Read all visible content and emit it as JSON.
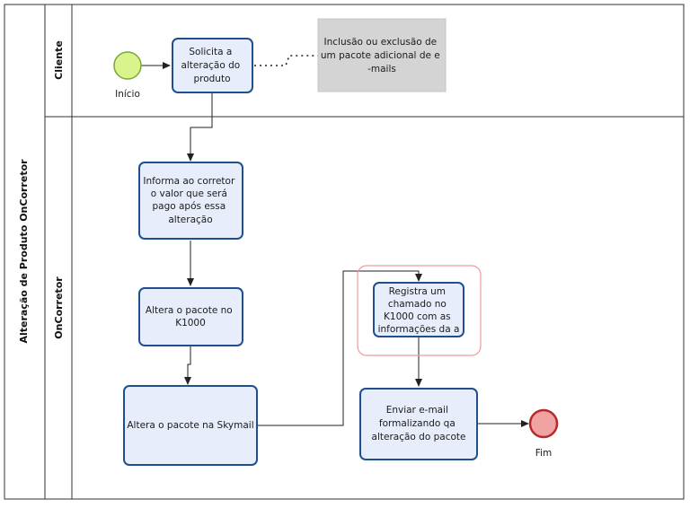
{
  "pool": {
    "title": "Alteração de Produto OnCorretor"
  },
  "lanes": [
    {
      "id": "cliente",
      "label": "Cliente"
    },
    {
      "id": "oncorretor",
      "label": "OnCorretor"
    }
  ],
  "events": {
    "start": {
      "label": "Início",
      "color": "#d9f38d",
      "stroke": "#7aa83a"
    },
    "end": {
      "label": "Fim",
      "color": "#f1a3a3",
      "stroke": "#b52a2a"
    }
  },
  "tasks": [
    {
      "id": "t1",
      "lines": [
        "Solicita a",
        "alteração do",
        "produto"
      ]
    },
    {
      "id": "t2",
      "lines": [
        "Informa ao corretor",
        "o valor que será",
        "pago após essa",
        "alteração"
      ]
    },
    {
      "id": "t3",
      "lines": [
        "Altera o pacote no",
        "K1000"
      ]
    },
    {
      "id": "t4",
      "lines": [
        "Altera o pacote na Skymail"
      ]
    },
    {
      "id": "t5",
      "lines": [
        "Registra um",
        "chamado no",
        "K1000 com as",
        "informações da a"
      ]
    },
    {
      "id": "t6",
      "lines": [
        "Enviar e-mail",
        "formalizando  qa",
        "alteração do pacote"
      ]
    }
  ],
  "annotation": {
    "lines": [
      "Inclusão ou exclusão de",
      "um pacote adicional de e",
      "-mails"
    ]
  },
  "colors": {
    "task_fill": "#e8edfc",
    "task_stroke": "#1e4f8f",
    "highlight": "#f19a9a",
    "annotation_fill": "#d4d4d4",
    "line": "#222222"
  }
}
